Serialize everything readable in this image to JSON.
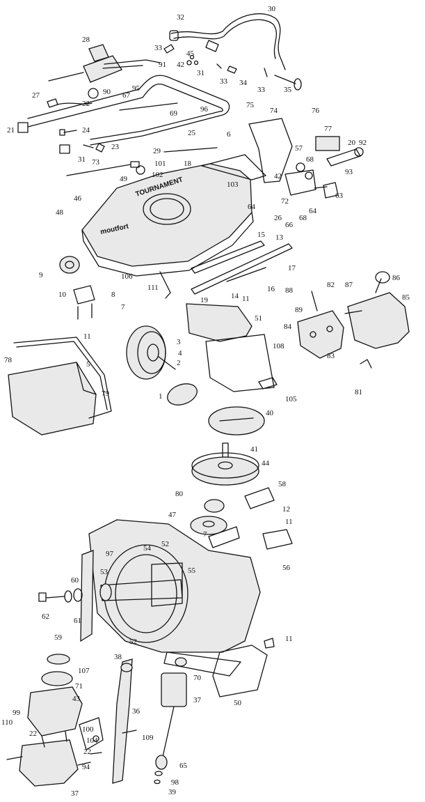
{
  "diagram": {
    "brand_labels": [
      "moutfort",
      "TOURNAMENT"
    ],
    "callouts": [
      "30",
      "32",
      "33",
      "45",
      "42",
      "31",
      "33",
      "34",
      "33",
      "35",
      "28",
      "91",
      "90",
      "27",
      "22",
      "67",
      "95",
      "69",
      "96",
      "21",
      "24",
      "25",
      "31",
      "23",
      "73",
      "29",
      "101",
      "102",
      "6",
      "75",
      "74",
      "76",
      "77",
      "20",
      "92",
      "57",
      "68",
      "93",
      "18",
      "42",
      "103",
      "49",
      "46",
      "48",
      "72",
      "64",
      "26",
      "66",
      "68",
      "63",
      "64",
      "15",
      "13",
      "9",
      "106",
      "111",
      "17",
      "16",
      "14",
      "11",
      "19",
      "10",
      "7",
      "88",
      "82",
      "87",
      "86",
      "85",
      "11",
      "8",
      "51",
      "89",
      "84",
      "3",
      "4",
      "5",
      "2",
      "78",
      "108",
      "83",
      "79",
      "1",
      "105",
      "81",
      "40",
      "41",
      "44",
      "58",
      "80",
      "12",
      "47",
      "11",
      "7",
      "56",
      "52",
      "54",
      "97",
      "53",
      "55",
      "60",
      "62",
      "61",
      "59",
      "52",
      "11",
      "38",
      "107",
      "70",
      "71",
      "37",
      "99",
      "43",
      "100",
      "110",
      "22",
      "104",
      "22",
      "36",
      "109",
      "50",
      "94",
      "65",
      "98",
      "37",
      "39"
    ]
  }
}
